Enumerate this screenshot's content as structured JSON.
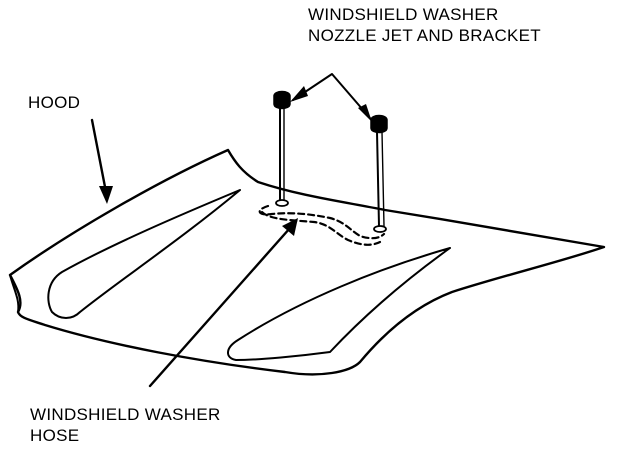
{
  "labels": {
    "nozzle_line1": "WINDSHIELD WASHER",
    "nozzle_line2": "NOZZLE JET AND BRACKET",
    "hood": "HOOD",
    "hose_line1": "WINDSHIELD WASHER",
    "hose_line2": "HOSE"
  },
  "colors": {
    "ink": "#000000",
    "background": "#ffffff"
  }
}
